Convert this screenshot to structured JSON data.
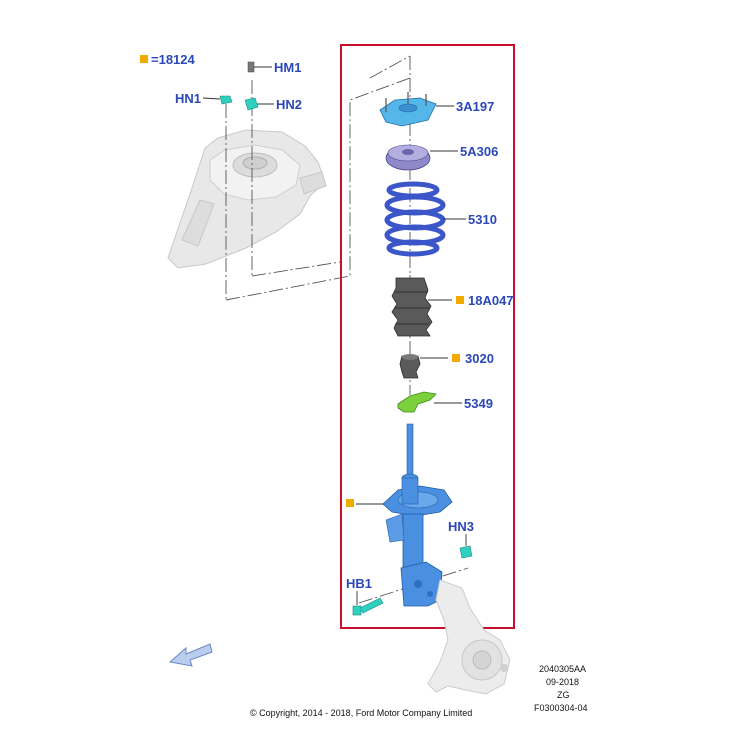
{
  "legend": {
    "equals_code": "=18124"
  },
  "labels": {
    "hm1": "HM1",
    "hn1": "HN1",
    "hn2": "HN2",
    "a3a197": "3A197",
    "a5a306": "5A306",
    "a5310": "5310",
    "a18a047": "18A047",
    "a3020": "3020",
    "a5349": "5349",
    "hn3": "HN3",
    "hb1": "HB1"
  },
  "reference": {
    "line1": "2040305AA",
    "line2": "09-2018",
    "line3": "ZG",
    "line4": "F0300304-04"
  },
  "copyright": "© Copyright, 2014 - 2018, Ford Motor Company Limited",
  "colors": {
    "callout": "#2b47b8",
    "marker": "#f2a900",
    "highlight_box": "#c8102e",
    "spring": "#3a56c9",
    "strut": "#4a8fe0",
    "fastener": "#2fd0c0",
    "bracket": "#7cd03c",
    "boot": "#5a5a5a",
    "mount_bearing": "#9088c8",
    "top_mount": "#55b6ea"
  }
}
